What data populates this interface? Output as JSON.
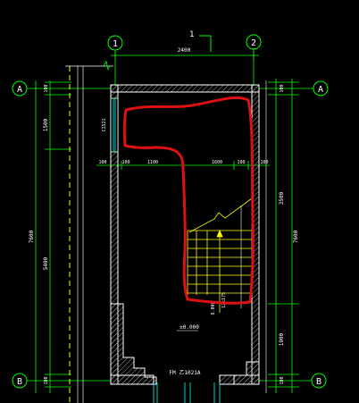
{
  "drawing": {
    "title_mark": "1",
    "grid_axes": {
      "axis_1": "1",
      "axis_2": "2",
      "axis_A_left": "A",
      "axis_A_right": "A",
      "axis_B_left": "B",
      "axis_B_right": "B"
    },
    "dimensions": {
      "top_span": "2400",
      "left_upper": "1500",
      "left_total": "7600",
      "left_lower": "5400",
      "mid_100_a": "100",
      "mid_100_b": "100",
      "mid_1100": "1100",
      "mid_1600": "1600",
      "mid_100_c": "100",
      "mid_100_d": "100",
      "right_upper": "3500",
      "right_total": "7600",
      "right_lower": "1900",
      "tick_100_l1": "100",
      "tick_100_l2": "100",
      "tick_100_r1": "100",
      "tick_100_r2": "100",
      "window": "C1521",
      "stair_note": "12x175",
      "stair_elev": "8.000"
    },
    "floor_level": "±0.000",
    "door_label": "FM 乙1021A"
  },
  "colors": {
    "background": "#000000",
    "wall": "#ffffff",
    "grid": "#00ff00",
    "dimension": "#00ff00",
    "stair": "#ffff00",
    "markup": "#dd1111",
    "window": "#00ffff"
  }
}
